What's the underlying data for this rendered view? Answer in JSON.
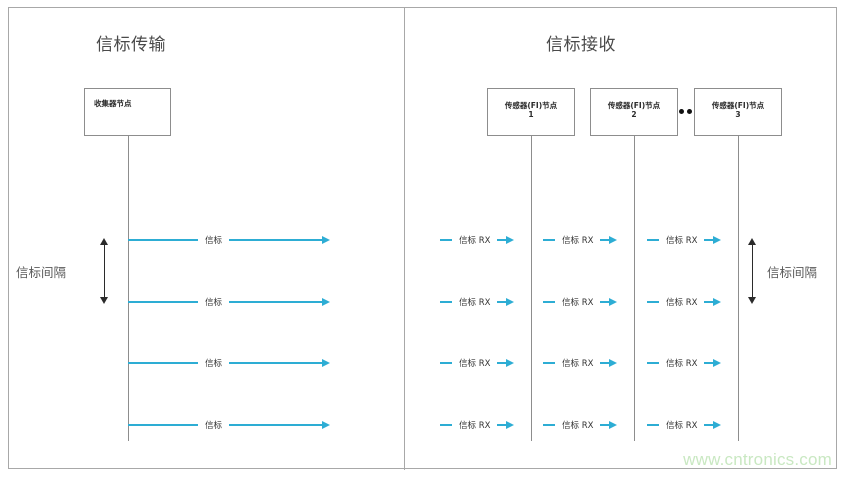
{
  "diagram": {
    "watermark": "www.cntronics.com",
    "accent_color": "#2dadd4",
    "border_color": "#a8a8a8",
    "watermark_color": "#c9e8c2"
  },
  "left_panel": {
    "title": "信标传输",
    "collector_node": {
      "label": "收集器节点"
    },
    "interval": {
      "label": "信标间隔"
    },
    "beacons": [
      {
        "label": "信标"
      },
      {
        "label": "信标"
      },
      {
        "label": "信标"
      },
      {
        "label": "信标"
      }
    ]
  },
  "right_panel": {
    "title": "信标接收",
    "sensor_nodes": [
      {
        "label": "传感器(FI)节点",
        "index": "1"
      },
      {
        "label": "传感器(FI)节点",
        "index": "2"
      },
      {
        "label": "传感器(FI)节点",
        "index": "3"
      }
    ],
    "ellipsis": "••",
    "interval": {
      "label": "信标间隔"
    },
    "rx_rows": [
      {
        "items": [
          {
            "label": "信标 RX"
          },
          {
            "label": "信标 RX"
          },
          {
            "label": "信标 RX"
          }
        ]
      },
      {
        "items": [
          {
            "label": "信标 RX"
          },
          {
            "label": "信标 RX"
          },
          {
            "label": "信标 RX"
          }
        ]
      },
      {
        "items": [
          {
            "label": "信标 RX"
          },
          {
            "label": "信标 RX"
          },
          {
            "label": "信标 RX"
          }
        ]
      },
      {
        "items": [
          {
            "label": "信标 RX"
          },
          {
            "label": "信标 RX"
          },
          {
            "label": "信标 RX"
          }
        ]
      }
    ]
  }
}
